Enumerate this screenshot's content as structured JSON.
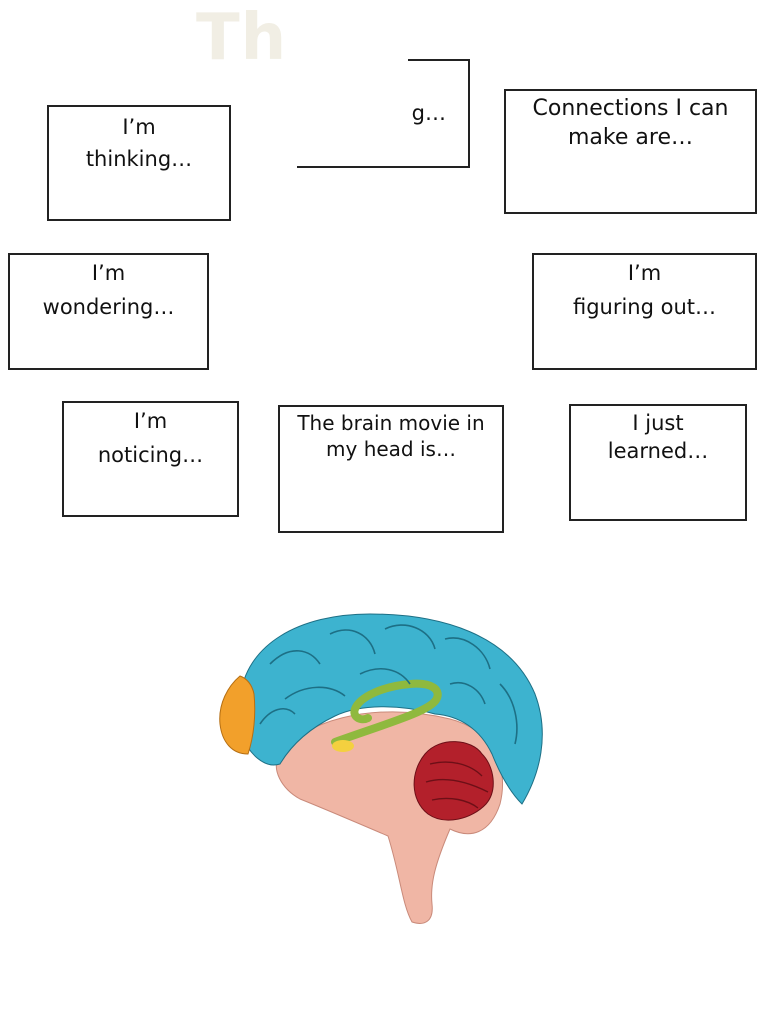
{
  "title": "Th",
  "boxes": {
    "thinking": {
      "line1": "I’m",
      "line2": "thinking…"
    },
    "partial": {
      "line2": "g…"
    },
    "connections": {
      "line1": "Connections I can",
      "line2": "make are…"
    },
    "wondering": {
      "line1": "I’m",
      "line2": "wondering…"
    },
    "figuring": {
      "line1": "I’m",
      "line2": "figuring out…"
    },
    "noticing": {
      "line1": "I’m",
      "line2": "noticing…"
    },
    "movie": {
      "line1": "The brain movie in",
      "line2": "my head is…"
    },
    "learned": {
      "line1": "I just",
      "line2": "learned…"
    }
  },
  "colors": {
    "cortex": "#3db3cf",
    "frontal": "#f2a02b",
    "cerebellum": "#b3202b",
    "brainstem": "#f0b6a5",
    "hippocampus": "#8fb93e",
    "amygdala": "#f4d03f"
  },
  "illustration": {
    "name": "brain-illustration"
  }
}
